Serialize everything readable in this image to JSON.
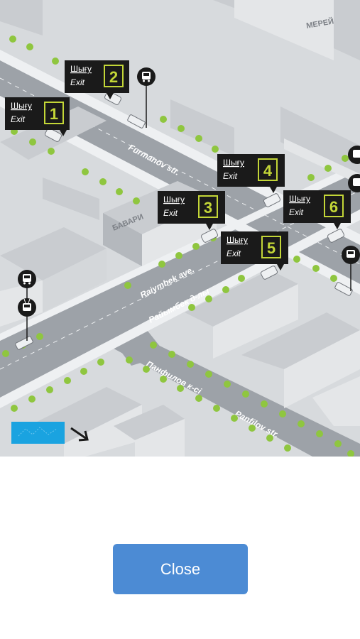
{
  "map": {
    "streets": {
      "furmanov": "Furmanov str.",
      "raiymbek_en": "Raiymbek ave.",
      "raiymbek_kz": "Райымбек д-лы",
      "panfilov_kz": "Панфилов к-сі",
      "panfilov_en": "Panfilov str."
    },
    "buildings": {
      "merey": "МЕРЕЙ",
      "bavaria": "БАВАРИ"
    },
    "exits": [
      {
        "label_kz": "Шығу",
        "label_en": "Exit",
        "number": "1"
      },
      {
        "label_kz": "Шығу",
        "label_en": "Exit",
        "number": "2"
      },
      {
        "label_kz": "Шығу",
        "label_en": "Exit",
        "number": "3"
      },
      {
        "label_kz": "Шығу",
        "label_en": "Exit",
        "number": "4"
      },
      {
        "label_kz": "Шығу",
        "label_en": "Exit",
        "number": "5"
      },
      {
        "label_kz": "Шығу",
        "label_en": "Exit",
        "number": "6"
      }
    ],
    "colors": {
      "road": "#9da2a8",
      "ground": "#d7dadd",
      "building": "#c9ccd0",
      "exit_sign": "#1a1a1a",
      "exit_number": "#c3d637",
      "tree": "#8fc63f",
      "compass": "#1aa3e0"
    },
    "icons": [
      "bus-stop-icon",
      "trolleybus-stop-icon",
      "compass-icon",
      "north-arrow-icon"
    ]
  },
  "close_button": {
    "label": "Close"
  }
}
